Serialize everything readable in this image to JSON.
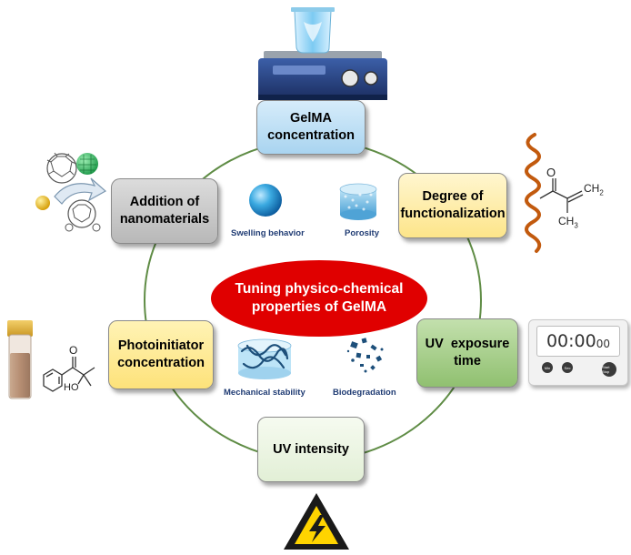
{
  "center": {
    "line1": "Tuning physico-chemical",
    "line2": "properties of GelMA"
  },
  "factors": {
    "gelma_concentration": {
      "line1": "GelMA",
      "line2": "concentration"
    },
    "degree_of_functionalization": {
      "line1": "Degree of",
      "line2": "functionalization"
    },
    "uv_exposure_time": {
      "line1": "UV  exposure",
      "line2": "time"
    },
    "uv_intensity": {
      "line1": "UV intensity"
    },
    "photoinitiator_concentration": {
      "line1": "Photoinitiator",
      "line2": "concentration"
    },
    "addition_of_nanomaterials": {
      "line1": "Addition of",
      "line2": "nanomaterials"
    }
  },
  "properties": {
    "swelling": "Swelling behavior",
    "porosity": "Porosity",
    "mechanical": "Mechanical stability",
    "biodegradation": "Biodegradation"
  },
  "timer": {
    "display_main": "00:00",
    "display_small": "00",
    "btn1": "Min",
    "btn2": "Sec",
    "btn3": "Start Stop"
  },
  "chemistry": {
    "ch2": "CH",
    "ch2_sub": "2",
    "ch3": "CH",
    "ch3_sub": "3",
    "o_top": "O",
    "ho": "HO",
    "o_side": "O"
  },
  "colors": {
    "circle": "#5f8c45",
    "center_fill": "#e00000",
    "box_blue": "#bfe0f5",
    "box_yellow": "#fff0b0",
    "box_green": "#a8cf8e",
    "box_lightgreen": "#eef6e6",
    "box_gray": "#c8c8c8",
    "warning_yellow": "#ffd400"
  }
}
